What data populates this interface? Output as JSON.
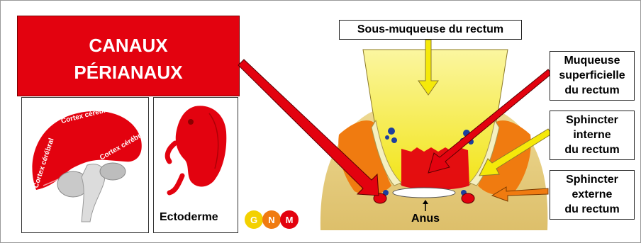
{
  "title": {
    "line1": "CANAUX",
    "line2": "PÉRIANAUX"
  },
  "brain_panel": {
    "labels": [
      "Cortex cérébral",
      "Cortex cérébral",
      "Cortex cérébral"
    ]
  },
  "embryo_panel": {
    "label": "Ectoderme"
  },
  "logo": {
    "letters": [
      "G",
      "N",
      "M"
    ],
    "colors": [
      "#f3d100",
      "#f07b10",
      "#e3020f"
    ]
  },
  "anatomy": {
    "top_label": "Sous-muqueuse du rectum",
    "labels_right": [
      {
        "lines": [
          "Muqueuse",
          "superficielle",
          "du rectum"
        ]
      },
      {
        "lines": [
          "Sphincter",
          "interne",
          "du rectum"
        ]
      },
      {
        "lines": [
          "Sphincter",
          "externe",
          "du rectum"
        ]
      }
    ],
    "bottom_label": "Anus"
  },
  "colors": {
    "accent_red": "#e3020f",
    "yellow": "#f5e90a",
    "orange": "#f07b10"
  }
}
